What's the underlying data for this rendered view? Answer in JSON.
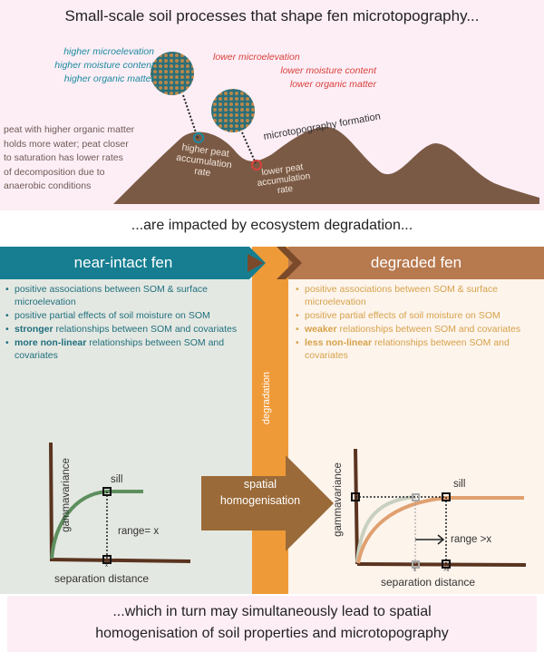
{
  "title": "Small-scale soil processes that shape fen microtopography...",
  "top": {
    "high_labels": [
      "higher microelevation",
      "higher moisture content",
      "higher organic matter"
    ],
    "low_labels": [
      "lower microelevation",
      "lower moisture content",
      "lower organic matter"
    ],
    "peat_note": [
      "peat with higher organic matter",
      "holds more water; peat closer",
      "to saturation has lower rates",
      "of  decomposition due to",
      "anaerobic conditions"
    ],
    "higher_rate": [
      "higher peat",
      "accumulation",
      "rate"
    ],
    "lower_rate": [
      "lower peat",
      "accumulation",
      "rate"
    ],
    "formation": "microtopography formation"
  },
  "middle_text": "...are impacted by ecosystem degradation...",
  "degradation_label": "degradation",
  "left": {
    "header": "near-intact fen",
    "bullets": [
      {
        "bold": "",
        "text": "positive associations between SOM & surface microelevation"
      },
      {
        "bold": "",
        "text": "positive partial effects of soil moisture on SOM"
      },
      {
        "bold": "stronger",
        "text": " relationships between SOM and covariates"
      },
      {
        "bold": "more non-linear",
        "text": " relationships between SOM and covariates"
      }
    ],
    "chart": {
      "ylabel": "gammavariance",
      "xlabel": "separation distance",
      "sill": "sill",
      "range": "range= x",
      "tick": "x"
    }
  },
  "right": {
    "header": "degraded fen",
    "bullets": [
      {
        "bold": "",
        "text": "positive associations between SOM & surface microelevation"
      },
      {
        "bold": "",
        "text": "positive partial effects of soil moisture on SOM"
      },
      {
        "bold": "weaker",
        "text": " relationships between SOM and covariates"
      },
      {
        "bold": "less non-linear",
        "text": " relationships between SOM and covariates"
      }
    ],
    "chart": {
      "ylabel": "gammavariance",
      "xlabel": "separation distance",
      "sill": "sill",
      "range": "range >x",
      "tick_x": "x",
      "tick_gx": ">x"
    }
  },
  "arrow_label": [
    "spatial",
    "homogenisation"
  ],
  "bottom_text": [
    "...which in turn may simultaneously lead to spatial",
    "homogenisation of soil properties and microtopography"
  ],
  "colors": {
    "teal": "#167e90",
    "brown_header": "#b7794e",
    "orange": "#ef9a38",
    "soil": "#7b5a45",
    "green_curve": "#5e8f5e",
    "orange_curve": "#e0a070"
  }
}
